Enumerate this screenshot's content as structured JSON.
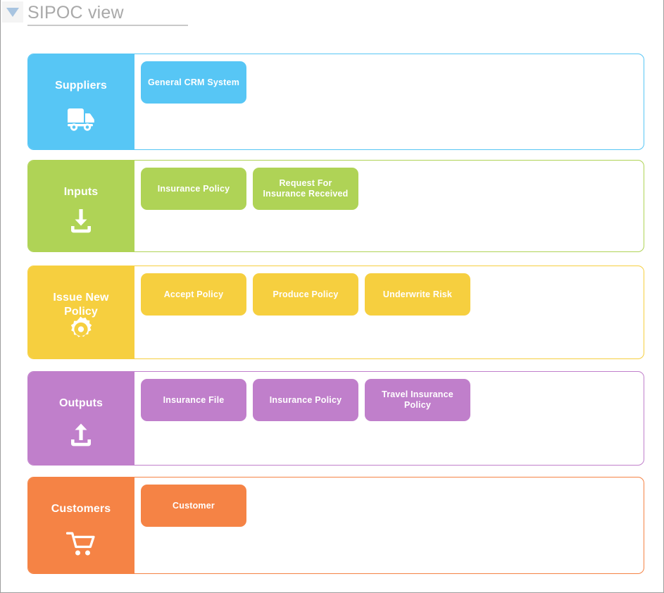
{
  "header": {
    "title": "SIPOC view",
    "collapse_icon": "triangle-down-icon",
    "collapse_icon_color": "#a8c4e0",
    "title_color": "#a9a9a9"
  },
  "rows": [
    {
      "id": "suppliers",
      "label": "Suppliers",
      "icon": "delivery-truck-icon",
      "color": "#57c6f5",
      "cards": [
        {
          "label": "General CRM System"
        }
      ]
    },
    {
      "id": "inputs",
      "label": "Inputs",
      "icon": "download-tray-icon",
      "color": "#afd356",
      "cards": [
        {
          "label": "Insurance Policy"
        },
        {
          "label": "Request For Insurance Received"
        }
      ]
    },
    {
      "id": "process",
      "label": "Issue New Policy",
      "icon": "gear-icon",
      "color": "#f6cf3f",
      "cards": [
        {
          "label": "Accept Policy"
        },
        {
          "label": "Produce Policy"
        },
        {
          "label": "Underwrite Risk"
        }
      ]
    },
    {
      "id": "outputs",
      "label": "Outputs",
      "icon": "upload-tray-icon",
      "color": "#c07fcb",
      "cards": [
        {
          "label": "Insurance File"
        },
        {
          "label": "Insurance Policy"
        },
        {
          "label": "Travel Insurance Policy"
        }
      ]
    },
    {
      "id": "customers",
      "label": "Customers",
      "icon": "shopping-cart-icon",
      "color": "#f58345",
      "cards": [
        {
          "label": "Customer"
        }
      ]
    }
  ]
}
